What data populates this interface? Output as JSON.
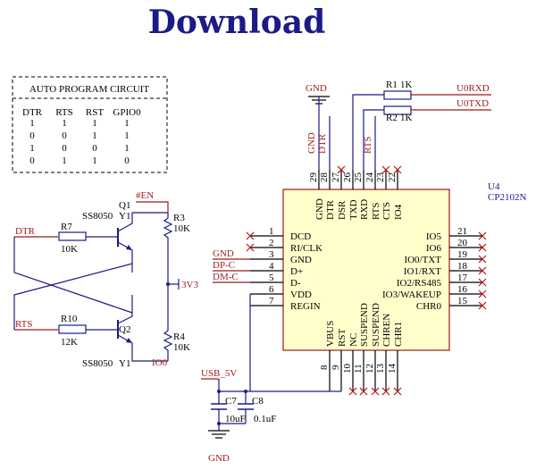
{
  "title": "Download",
  "auto_program": {
    "heading": "AUTO PROGRAM CIRCUIT",
    "columns": [
      "DTR",
      "RTS",
      "RST",
      "GPIO0"
    ],
    "rows": [
      [
        "1",
        "1",
        "1",
        "1"
      ],
      [
        "0",
        "0",
        "1",
        "1"
      ],
      [
        "1",
        "0",
        "0",
        "1"
      ],
      [
        "0",
        "1",
        "1",
        "0"
      ]
    ]
  },
  "left_circuit": {
    "dtr": "DTR",
    "rts": "RTS",
    "r7": "R7",
    "r7_val": "10K",
    "r10": "R10",
    "r10_val": "12K",
    "q1": "Q1",
    "q1_model": "SS8050",
    "q1_y": "Y1",
    "q2": "Q2",
    "q2_model": "SS8050",
    "q2_y": "Y1",
    "r3": "R3",
    "r3_val": "10K",
    "r4": "R4",
    "r4_val": "10K",
    "en": "#EN",
    "v3v3": "3V3",
    "io0": "IO0"
  },
  "top_nets": {
    "gnd": "GND",
    "r1": "R1",
    "r1_val": "1K",
    "u0rxd": "U0RXD",
    "r2": "R2",
    "r2_val": "1K",
    "u0txd": "U0TXD",
    "net_gnd": "GND",
    "net_dtr": "DTR",
    "net_rts": "RTS"
  },
  "chip": {
    "ref": "U4",
    "part": "CP2102N",
    "top_pins": [
      {
        "num": "29",
        "name": "GND"
      },
      {
        "num": "28",
        "name": "DTR"
      },
      {
        "num": "27",
        "name": "DSR"
      },
      {
        "num": "26",
        "name": "TXD"
      },
      {
        "num": "25",
        "name": "RXD"
      },
      {
        "num": "24",
        "name": "RTS"
      },
      {
        "num": "23",
        "name": "CTS"
      },
      {
        "num": "22",
        "name": "IO4"
      }
    ],
    "left_pins": [
      {
        "num": "1",
        "name": "DCD"
      },
      {
        "num": "2",
        "name": "RI/CLK"
      },
      {
        "num": "3",
        "name": "GND"
      },
      {
        "num": "4",
        "name": "D+"
      },
      {
        "num": "5",
        "name": "D-"
      },
      {
        "num": "6",
        "name": "VDD"
      },
      {
        "num": "7",
        "name": "REGIN"
      }
    ],
    "right_pins": [
      {
        "num": "21",
        "name": "IO5"
      },
      {
        "num": "20",
        "name": "IO6"
      },
      {
        "num": "19",
        "name": "IO0/TXT"
      },
      {
        "num": "18",
        "name": "IO1/RXT"
      },
      {
        "num": "17",
        "name": "IO2/RS485"
      },
      {
        "num": "16",
        "name": "IO3/WAKEUP"
      },
      {
        "num": "15",
        "name": "CHR0"
      }
    ],
    "bottom_pins": [
      {
        "num": "8",
        "name": "VBUS"
      },
      {
        "num": "9",
        "name": "RST"
      },
      {
        "num": "10",
        "name": "NC"
      },
      {
        "num": "11",
        "name": "SUSPEND"
      },
      {
        "num": "12",
        "name": "SUSPEND"
      },
      {
        "num": "13",
        "name": "CHREN"
      },
      {
        "num": "14",
        "name": "CHR1"
      }
    ],
    "left_nets": {
      "gnd": "GND",
      "dp": "DP-C",
      "dm": "DM-C"
    }
  },
  "power": {
    "usb5v": "USB_5V",
    "c7": "C7",
    "c7_val": "10uF",
    "c8": "C8",
    "c8_val": "0.1uF",
    "gnd": "GND"
  }
}
